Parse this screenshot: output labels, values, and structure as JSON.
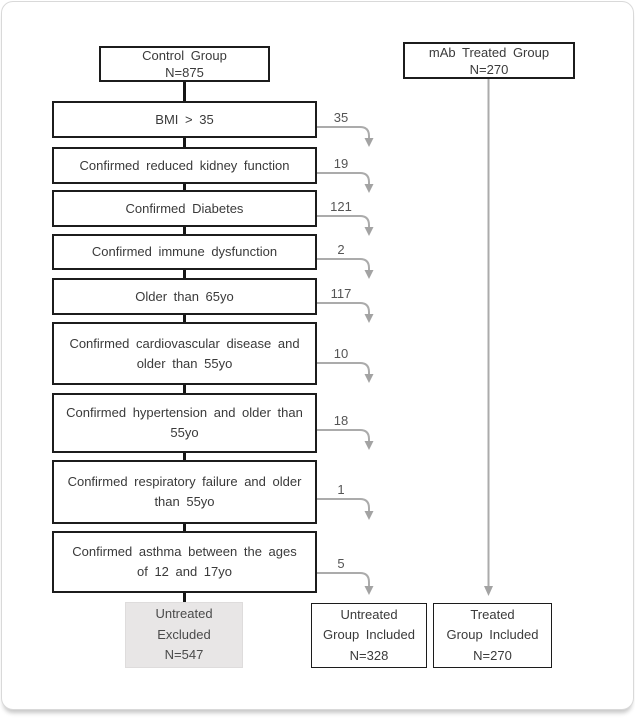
{
  "figure": {
    "kind": "patient-flow-diagram",
    "colors": {
      "box_border": "#1c1c1c",
      "arrow_gray": "#ababab",
      "excluded_fill": "#e8e6e6",
      "card_border": "#d9d9d9"
    }
  },
  "control_group": {
    "title": "Control Group",
    "n": "N=875"
  },
  "mab_group": {
    "title": "mAb Treated Group",
    "n": "N=270"
  },
  "exclusions": [
    {
      "label": "BMI > 35",
      "count": "35"
    },
    {
      "label": "Confirmed reduced kidney function",
      "count": "19"
    },
    {
      "label": "Confirmed Diabetes",
      "count": "121"
    },
    {
      "label": "Confirmed immune dysfunction",
      "count": "2"
    },
    {
      "label": "Older than 65yo",
      "count": "117"
    },
    {
      "label": "Confirmed cardiovascular disease and older than 55yo",
      "count": "10"
    },
    {
      "label": "Confirmed hypertension and older than 55yo",
      "count": "18"
    },
    {
      "label": "Confirmed respiratory failure and older than 55yo",
      "count": "1"
    },
    {
      "label": "Confirmed asthma between the ages of 12 and 17yo",
      "count": "5"
    }
  ],
  "outcomes": {
    "excluded": {
      "line1": "Untreated",
      "line2": "Excluded",
      "line3": "N=547"
    },
    "untreated_included": {
      "line1": "Untreated",
      "line2": "Group Included",
      "line3": "N=328"
    },
    "treated_included": {
      "line1": "Treated",
      "line2": "Group Included",
      "line3": "N=270"
    }
  }
}
